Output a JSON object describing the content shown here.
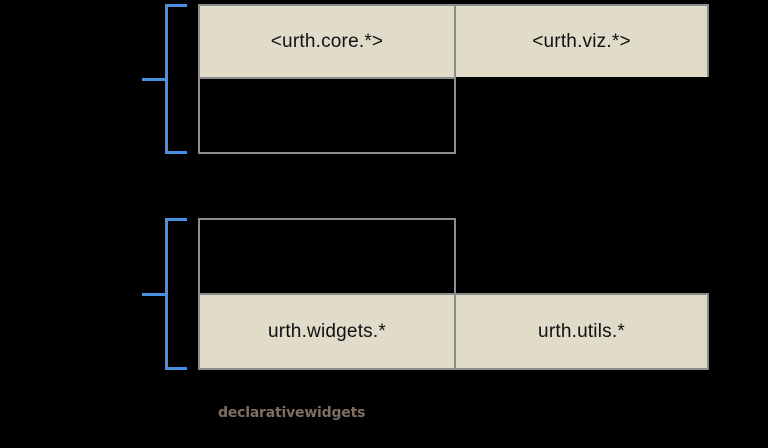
{
  "diagram": {
    "background_color": "#000000",
    "box_fill_color": "#e0dcc9",
    "box_border_color": "#8c8c8c",
    "bracket_color": "#4a90e2",
    "label_text_color": "#111111",
    "brand_text_color": "#7d6f64",
    "groups": [
      {
        "id": "upper-group",
        "rows": [
          {
            "id": "upper-visible-row",
            "state": "visible",
            "cells": [
              {
                "label": "<urth.core.*>",
                "state": "visible"
              },
              {
                "label": "<urth.viz.*>",
                "state": "visible"
              }
            ]
          },
          {
            "id": "upper-masked-row",
            "state": "masked",
            "cells": [
              {
                "label": "",
                "state": "masked-outlined"
              },
              {
                "label": "",
                "state": "masked-hidden"
              }
            ]
          }
        ]
      },
      {
        "id": "lower-group",
        "rows": [
          {
            "id": "lower-masked-row",
            "state": "masked",
            "cells": [
              {
                "label": "",
                "state": "masked-outlined"
              },
              {
                "label": "",
                "state": "masked-hidden"
              }
            ]
          },
          {
            "id": "lower-visible-row",
            "state": "visible",
            "cells": [
              {
                "label": "urth.widgets.*",
                "state": "visible"
              },
              {
                "label": "urth.utils.*",
                "state": "visible"
              }
            ]
          }
        ]
      }
    ],
    "brand": "declarativewidgets"
  }
}
